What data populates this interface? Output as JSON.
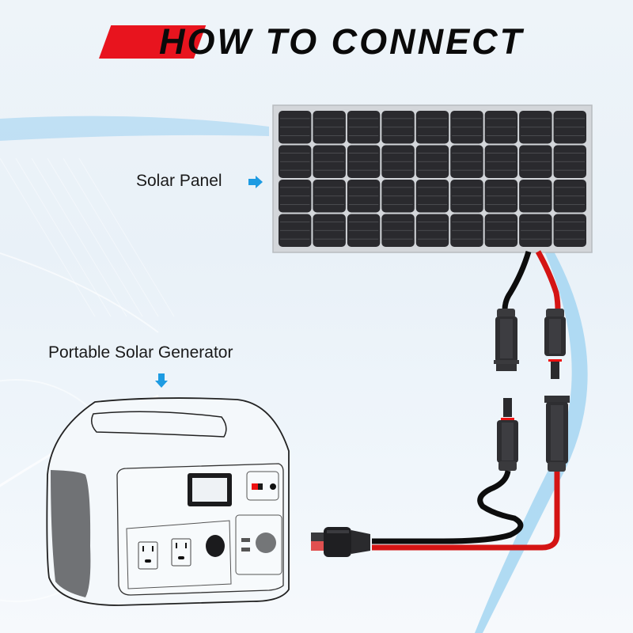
{
  "title": {
    "text": "HOW TO CONNECT",
    "accent_color": "#e8141e",
    "text_color": "#0a0a0a"
  },
  "labels": {
    "solar_panel": "Solar Panel",
    "solar_panel_arrow": "arrow-right-icon",
    "generator": "Portable Solar Generator",
    "generator_arrow": "arrow-down-icon",
    "arrow_color": "#1d9be2"
  },
  "solar_panel": {
    "rows": 4,
    "columns": 9,
    "cell_color": "#2a2a2e",
    "frame_color": "#c9ccd0"
  },
  "cables": {
    "positive_color": "#d41414",
    "negative_color": "#0d0d0d",
    "connector_type": "MC4",
    "output_plug": "Anderson"
  },
  "generator": {
    "ac_outlets": 2,
    "usb_ports": 2,
    "has_display": true,
    "has_power_switch": true
  }
}
